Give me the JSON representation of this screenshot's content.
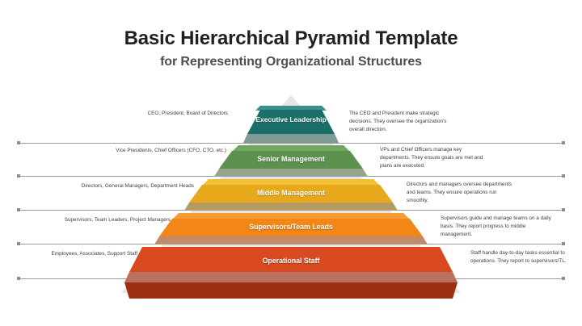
{
  "header": {
    "title": "Basic Hierarchical Pyramid Template",
    "subtitle": "for Representing Organizational Structures"
  },
  "chart_data": {
    "type": "pyramid",
    "title": "Basic Hierarchical Pyramid Template",
    "subtitle": "for Representing Organizational Structures",
    "levels": 5,
    "orientation": "top-to-bottom",
    "tiers": [
      {
        "rank": 1,
        "label": "Executive Leadership",
        "roles": "CEO, President, Board of Directors",
        "description": "The CEO and President make strategic decisions. They oversee the organization's overall direction.",
        "color": "#1c6e68",
        "top_color": "#2f8c84",
        "base_color": "#7f9a92",
        "width_pct": 16
      },
      {
        "rank": 2,
        "label": "Senior Management",
        "roles": "Vice Presidents, Chief Officers (CFO, CTO, etc.)",
        "description": "VPs and Chief Officers manage key departments. They ensure goals are met and plans are executed.",
        "color": "#5d9150",
        "top_color": "#6ea35e",
        "base_color": "#93a68b",
        "width_pct": 32
      },
      {
        "rank": 3,
        "label": "Middle Management",
        "roles": "Directors, General Managers, Department Heads",
        "description": "Directors and managers oversee departments and teams. They ensure operations run smoothly.",
        "color": "#e8a81c",
        "top_color": "#f0bc31",
        "base_color": "#b59a63",
        "width_pct": 48
      },
      {
        "rank": 4,
        "label": "Supervisors/Team Leads",
        "roles": "Supervisors, Team Leaders, Project Managers",
        "description": "Supervisors guide and manage teams on a daily basis. They report progress to middle management.",
        "color": "#f28617",
        "top_color": "#f79a30",
        "base_color": "#c08a6d",
        "width_pct": 64
      },
      {
        "rank": 5,
        "label": "Operational Staff",
        "roles": "Employees, Associates, Support Staff",
        "description": "Staff handle day-to-day tasks essential to operations. They report to supervisors/TL.",
        "color": "#da4a21",
        "top_color": "#b9705c",
        "base_color": "#9e2f12",
        "width_pct": 80
      }
    ],
    "palette": {
      "background": "#ffffff",
      "title_color": "#231f20",
      "subtitle_color": "#4f4f4f",
      "rule_color": "#9a9a9a",
      "label_text_color": "#ffffff",
      "side_text_color": "#3d3d3d"
    }
  }
}
